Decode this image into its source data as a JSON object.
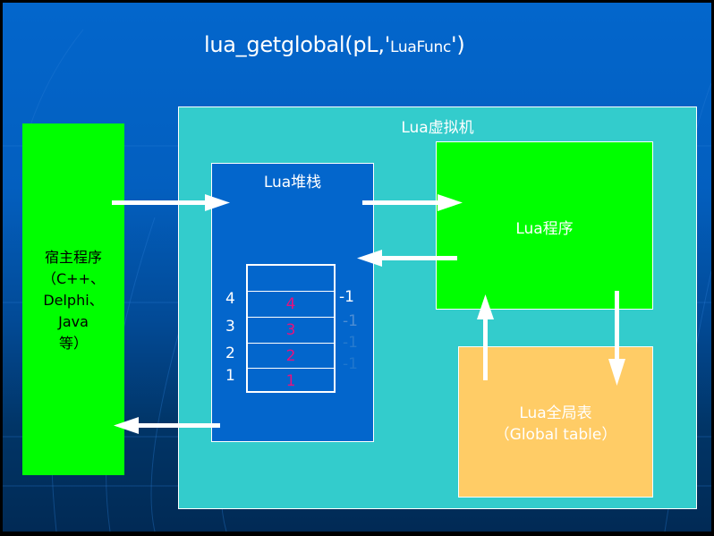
{
  "title": {
    "prefix": "lua_getglobal(pL,'",
    "arg": "LuaFunc",
    "suffix": "')"
  },
  "host": {
    "lines": [
      "宿主程序",
      "（C++、",
      "Delphi、",
      "Java",
      "等）"
    ],
    "color": "#00ff00"
  },
  "vm": {
    "title": "Lua虚拟机",
    "color": "#33cccc"
  },
  "stack": {
    "title": "Lua堆栈",
    "color": "#0366cc",
    "cells": [
      "",
      "4",
      "3",
      "2",
      "1"
    ],
    "left_indices": [
      "4",
      "3",
      "2",
      "1"
    ],
    "right_indices": [
      "-1",
      "-1",
      "-1",
      "-1"
    ],
    "cell_text_color": "#e8117e"
  },
  "program": {
    "label": "Lua程序",
    "color": "#00ff00"
  },
  "global_table": {
    "line1": "Lua全局表",
    "line2": "（Global table）",
    "color": "#ffcc66"
  },
  "arrows": [
    {
      "from": "host",
      "to": "stack",
      "direction": "right"
    },
    {
      "from": "stack",
      "to": "program",
      "direction": "right"
    },
    {
      "from": "program",
      "to": "stack",
      "direction": "left"
    },
    {
      "from": "global_table",
      "to": "program",
      "direction": "up"
    },
    {
      "from": "program",
      "to": "global_table",
      "direction": "down"
    },
    {
      "from": "stack",
      "to": "host",
      "direction": "left"
    }
  ]
}
